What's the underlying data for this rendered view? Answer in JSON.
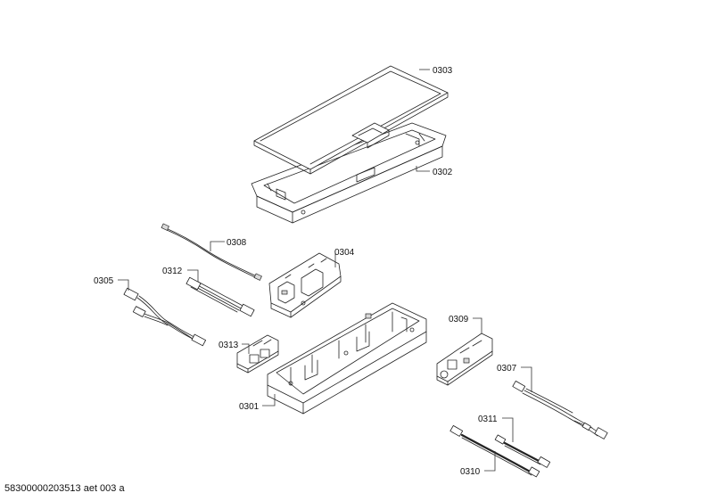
{
  "callouts": {
    "c0303": "0303",
    "c0302": "0302",
    "c0308": "0308",
    "c0304": "0304",
    "c0312": "0312",
    "c0305": "0305",
    "c0309": "0309",
    "c0313": "0313",
    "c0307": "0307",
    "c0301": "0301",
    "c0311": "0311",
    "c0310": "0310"
  },
  "document_id": "58300000203513 aet 003 a"
}
